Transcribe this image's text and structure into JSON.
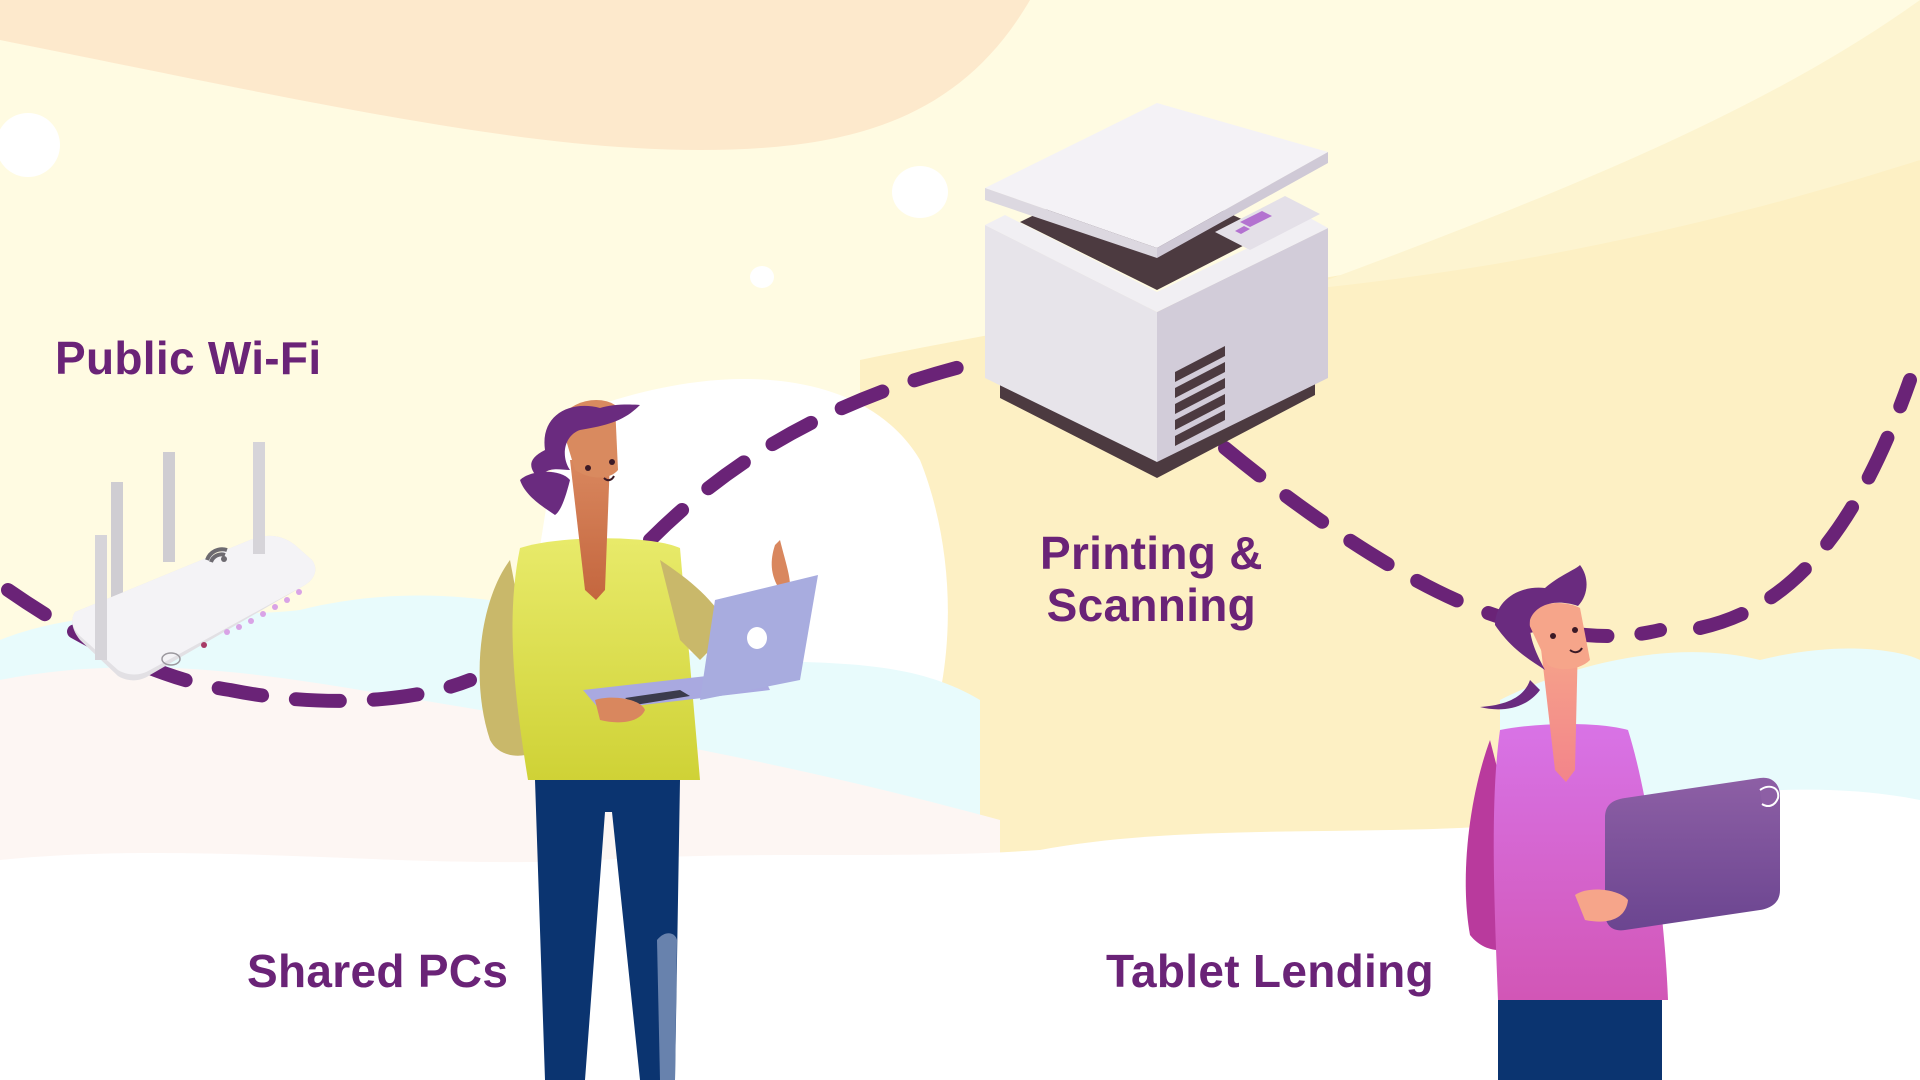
{
  "scene": {
    "title": "Library digital services illustration",
    "colors": {
      "label_text": "#6a2377",
      "dashed_path": "#6a2377",
      "background_cream": "#fffbe2",
      "background_peach": "#fde9cc",
      "background_yellow": "#fdf0c4",
      "cloud_light_blue": "#e8fbfc",
      "cloud_white": "#ffffff"
    }
  },
  "labels": {
    "wifi": "Public Wi-Fi",
    "printing_line1": "Printing &",
    "printing_line2": "Scanning",
    "shared_pcs": "Shared PCs",
    "tablet_lending": "Tablet Lending"
  },
  "illustrations": {
    "router": "wifi-router-icon",
    "printer": "printer-scanner-icon",
    "person_laptop": "person-with-laptop",
    "person_tablet": "person-with-tablet"
  }
}
